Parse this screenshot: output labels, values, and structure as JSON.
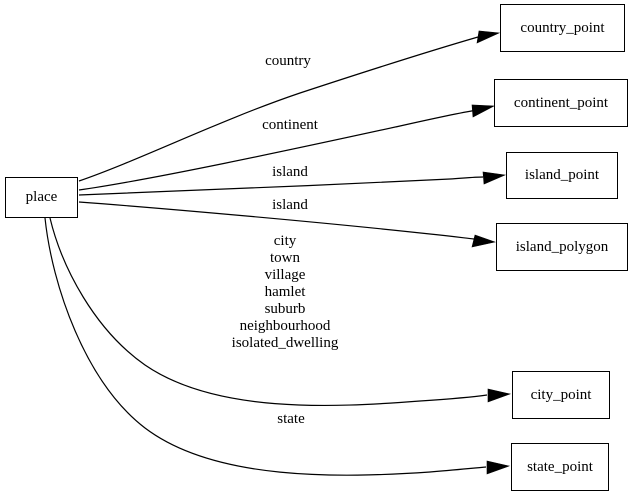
{
  "diagram": {
    "title": "place",
    "type": "directed-graph",
    "background_color": "#ffffff",
    "line_color": "#000000",
    "text_color": "#000000"
  },
  "nodes": [
    {
      "id": "place",
      "label": "place"
    },
    {
      "id": "country_point",
      "label": "country_point"
    },
    {
      "id": "continent_point",
      "label": "continent_point"
    },
    {
      "id": "island_point",
      "label": "island_point"
    },
    {
      "id": "island_polygon",
      "label": "island_polygon"
    },
    {
      "id": "city_point",
      "label": "city_point"
    },
    {
      "id": "state_point",
      "label": "state_point"
    }
  ],
  "edges": [
    {
      "from": "place",
      "to": "country_point",
      "label": "country"
    },
    {
      "from": "place",
      "to": "continent_point",
      "label": "continent"
    },
    {
      "from": "place",
      "to": "island_point",
      "label": "island"
    },
    {
      "from": "place",
      "to": "island_polygon",
      "label": "island"
    },
    {
      "from": "place",
      "to": "city_point",
      "label": "city\ntown\nvillage\nhamlet\nsuburb\nneighbourhood\nisolated_dwelling"
    },
    {
      "from": "place",
      "to": "state_point",
      "label": "state"
    }
  ]
}
